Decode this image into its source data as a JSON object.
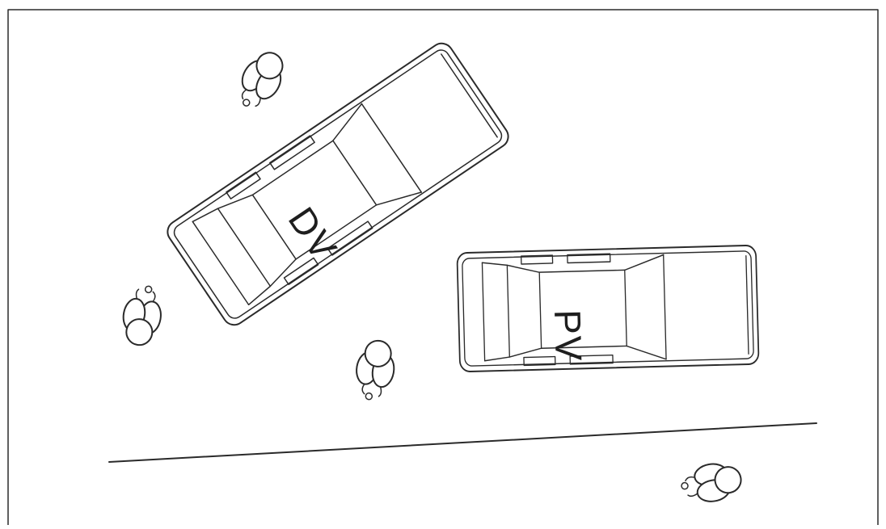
{
  "diagram": {
    "vehicles": [
      {
        "id": "dv",
        "label": "DV"
      },
      {
        "id": "pv",
        "label": "PV"
      }
    ],
    "officers": [
      {
        "id": "officer-1"
      },
      {
        "id": "officer-2"
      },
      {
        "id": "officer-3"
      },
      {
        "id": "officer-4"
      }
    ],
    "ink_color": "#2a2a2a",
    "background_color": "#ffffff"
  }
}
